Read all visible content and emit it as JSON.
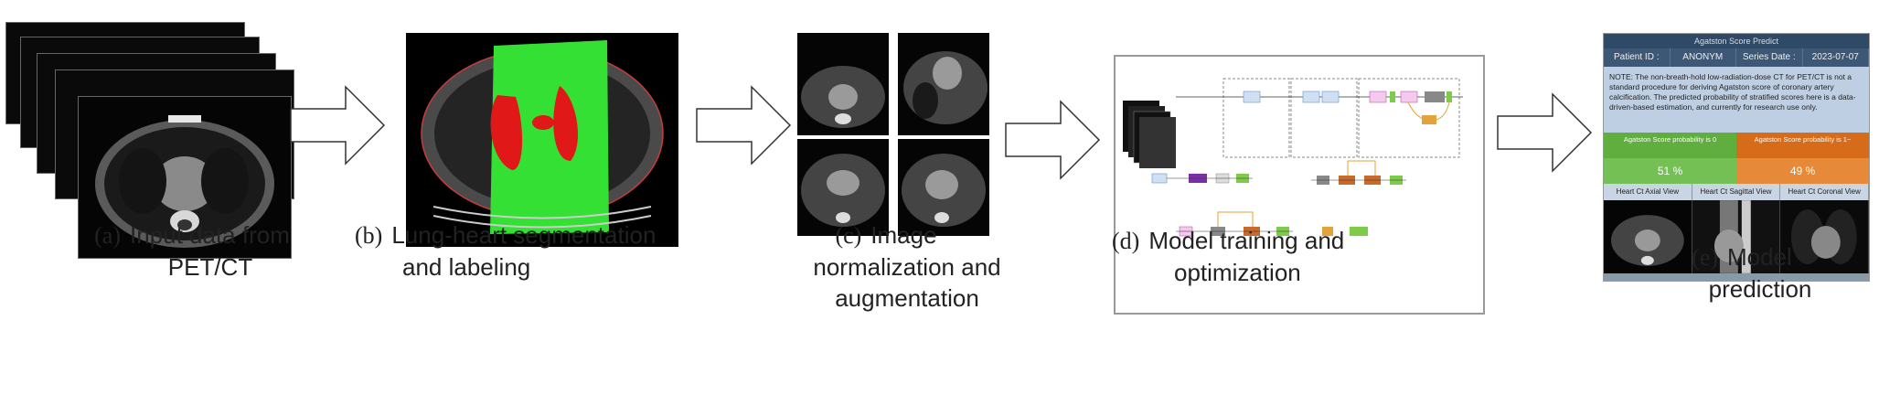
{
  "captions": {
    "a": {
      "label": "(a)",
      "line1": "Input data from",
      "line2": "PET/CT"
    },
    "b": {
      "label": "(b)",
      "line1": "Lung-heart segmentation",
      "line2": "and labeling"
    },
    "c": {
      "label": "(c)",
      "line1": "Image",
      "line2": "normalization and",
      "line3": "augmentation"
    },
    "d": {
      "label": "(d)",
      "line1": "Model training and",
      "line2": "optimization"
    },
    "e": {
      "label": "(e)",
      "line1": "Model",
      "line2": "prediction"
    }
  },
  "prediction_ui": {
    "title": "Agatston Score Predict",
    "patient_label": "Patient ID :",
    "patient_value": "ANONYM",
    "series_label": "Series Date :",
    "series_value": "2023-07-07",
    "note": "NOTE: The non-breath-hold low-radiation-dose CT for PET/CT is not a standard procedure for deriving Agatston score of coronary artery calcification. The predicted probability of stratified scores here is a data-driven-based estimation, and currently for research use only.",
    "prob_zero_header": "Agatston Score probability is 0",
    "prob_zero_value": "51 %",
    "prob_pos_header": "Agatston Score probability is 1~",
    "prob_pos_value": "49 %",
    "view_axial": "Heart Ct Axial View",
    "view_sagittal": "Heart Ct Sagittal View",
    "view_coronal": "Heart Ct Coronal View"
  },
  "colors": {
    "segmentation_green": "#33e033",
    "segmentation_red": "#e01818",
    "prob_green": "#74c054",
    "prob_orange": "#e68a3a"
  }
}
